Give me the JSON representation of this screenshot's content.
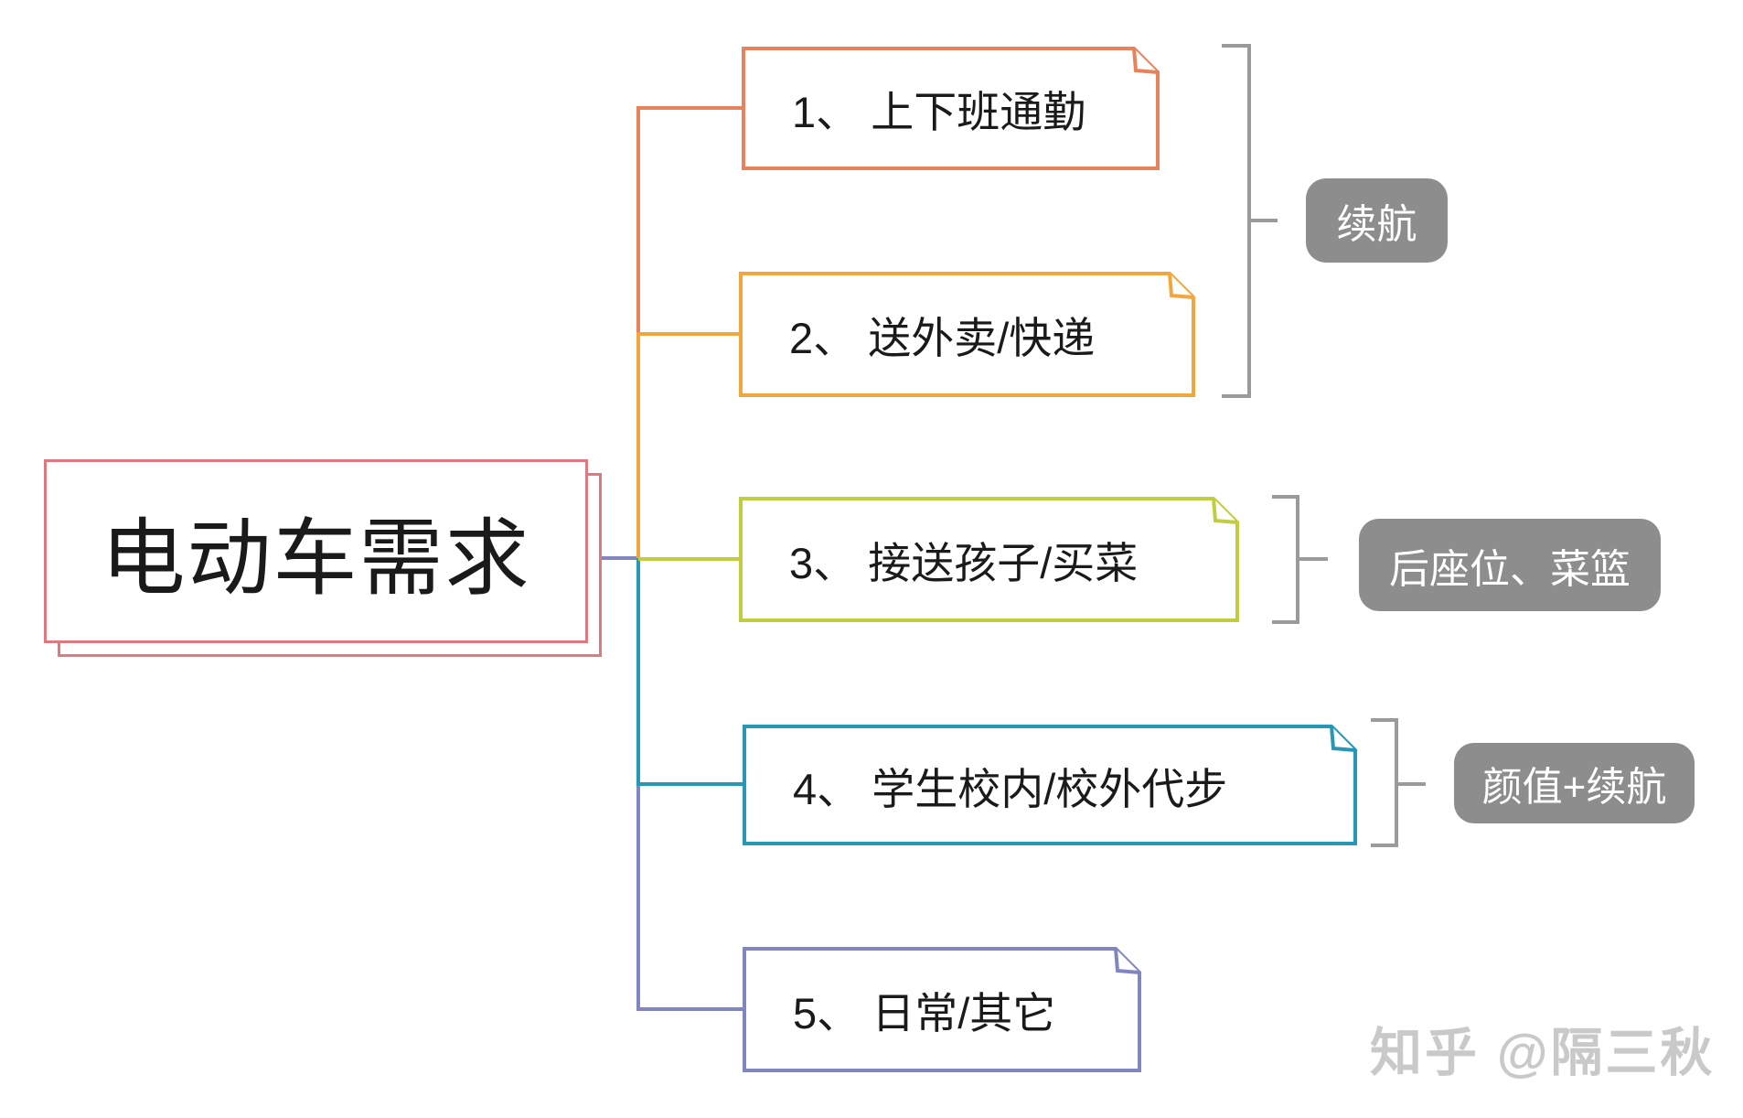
{
  "canvas": {
    "background": "#ffffff"
  },
  "diagram": {
    "type": "mindmap",
    "root": {
      "label": "电动车需求",
      "color": "#e0797f"
    },
    "nodes": [
      {
        "label": "1、 上下班通勤",
        "color": "#e8825c"
      },
      {
        "label": "2、 送外卖/快递",
        "color": "#f2a73e"
      },
      {
        "label": "3、 接送孩子/买菜",
        "color": "#c0cd3e"
      },
      {
        "label": "4、 学生校内/校外代步",
        "color": "#2697b5"
      },
      {
        "label": "5、 日常/其它",
        "color": "#8186c0"
      }
    ],
    "annotations": [
      {
        "label": "续航",
        "applies_to_nodes": [
          1,
          2
        ]
      },
      {
        "label": "后座位、菜篮",
        "applies_to_nodes": [
          3
        ]
      },
      {
        "label": "颜值+续航",
        "applies_to_nodes": [
          4
        ]
      }
    ],
    "badge_bg": "#8d8d8d",
    "badge_text_color": "#ffffff",
    "bracket_color": "#9a9a9a",
    "text_color": "#1a1a1a"
  },
  "watermark": {
    "label": "知乎 @隔三秋",
    "color": "#c9c9c9"
  }
}
